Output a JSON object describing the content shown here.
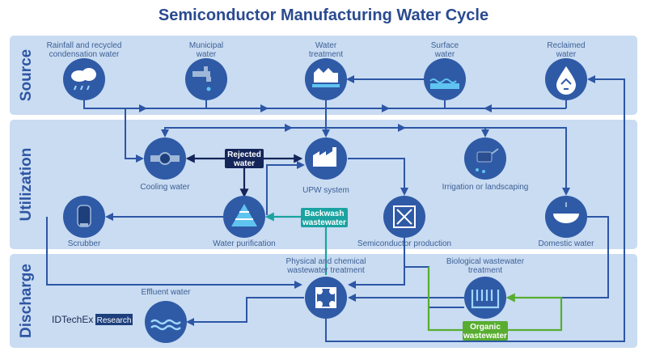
{
  "title": "Semiconductor Manufacturing Water Cycle",
  "sections": {
    "source": "Source",
    "utilization": "Utilization",
    "discharge": "Discharge"
  },
  "nodes": {
    "rainfall": [
      "Rainfall and recycled",
      "condensation water"
    ],
    "municipal": [
      "Municipal",
      "water"
    ],
    "water_treatment": [
      "Water",
      "treatment"
    ],
    "surface": [
      "Surface",
      "water"
    ],
    "reclaimed": [
      "Reclaimed",
      "water"
    ],
    "cooling": [
      "Cooling water"
    ],
    "upw": [
      "UPW system"
    ],
    "irrigation": [
      "Irrigation or landscaping"
    ],
    "scrubber": [
      "Scrubber"
    ],
    "purification": [
      "Water purification"
    ],
    "semi_prod": [
      "Semiconductor production"
    ],
    "domestic": [
      "Domestic water"
    ],
    "phys_chem": [
      "Physical and chemical",
      "wastewater treatment"
    ],
    "bio": [
      "Biological wastewater",
      "treatment"
    ],
    "effluent": [
      "Effluent water"
    ]
  },
  "tags": {
    "rejected": [
      "Rejected",
      "water"
    ],
    "backwash": [
      "Backwash",
      "wastewater"
    ],
    "organic": [
      "Organic",
      "wastewater"
    ]
  },
  "logo": {
    "name": "IDTechEx",
    "badge": "Research"
  },
  "colors": {
    "band": "#c9dcf2",
    "node": "#2f5aa6",
    "line": "#2d56a5",
    "rejected_tag": "#14255a",
    "backwash_tag": "#1aa3a0",
    "organic_tag": "#58ad30",
    "title": "#2a4a8f"
  }
}
